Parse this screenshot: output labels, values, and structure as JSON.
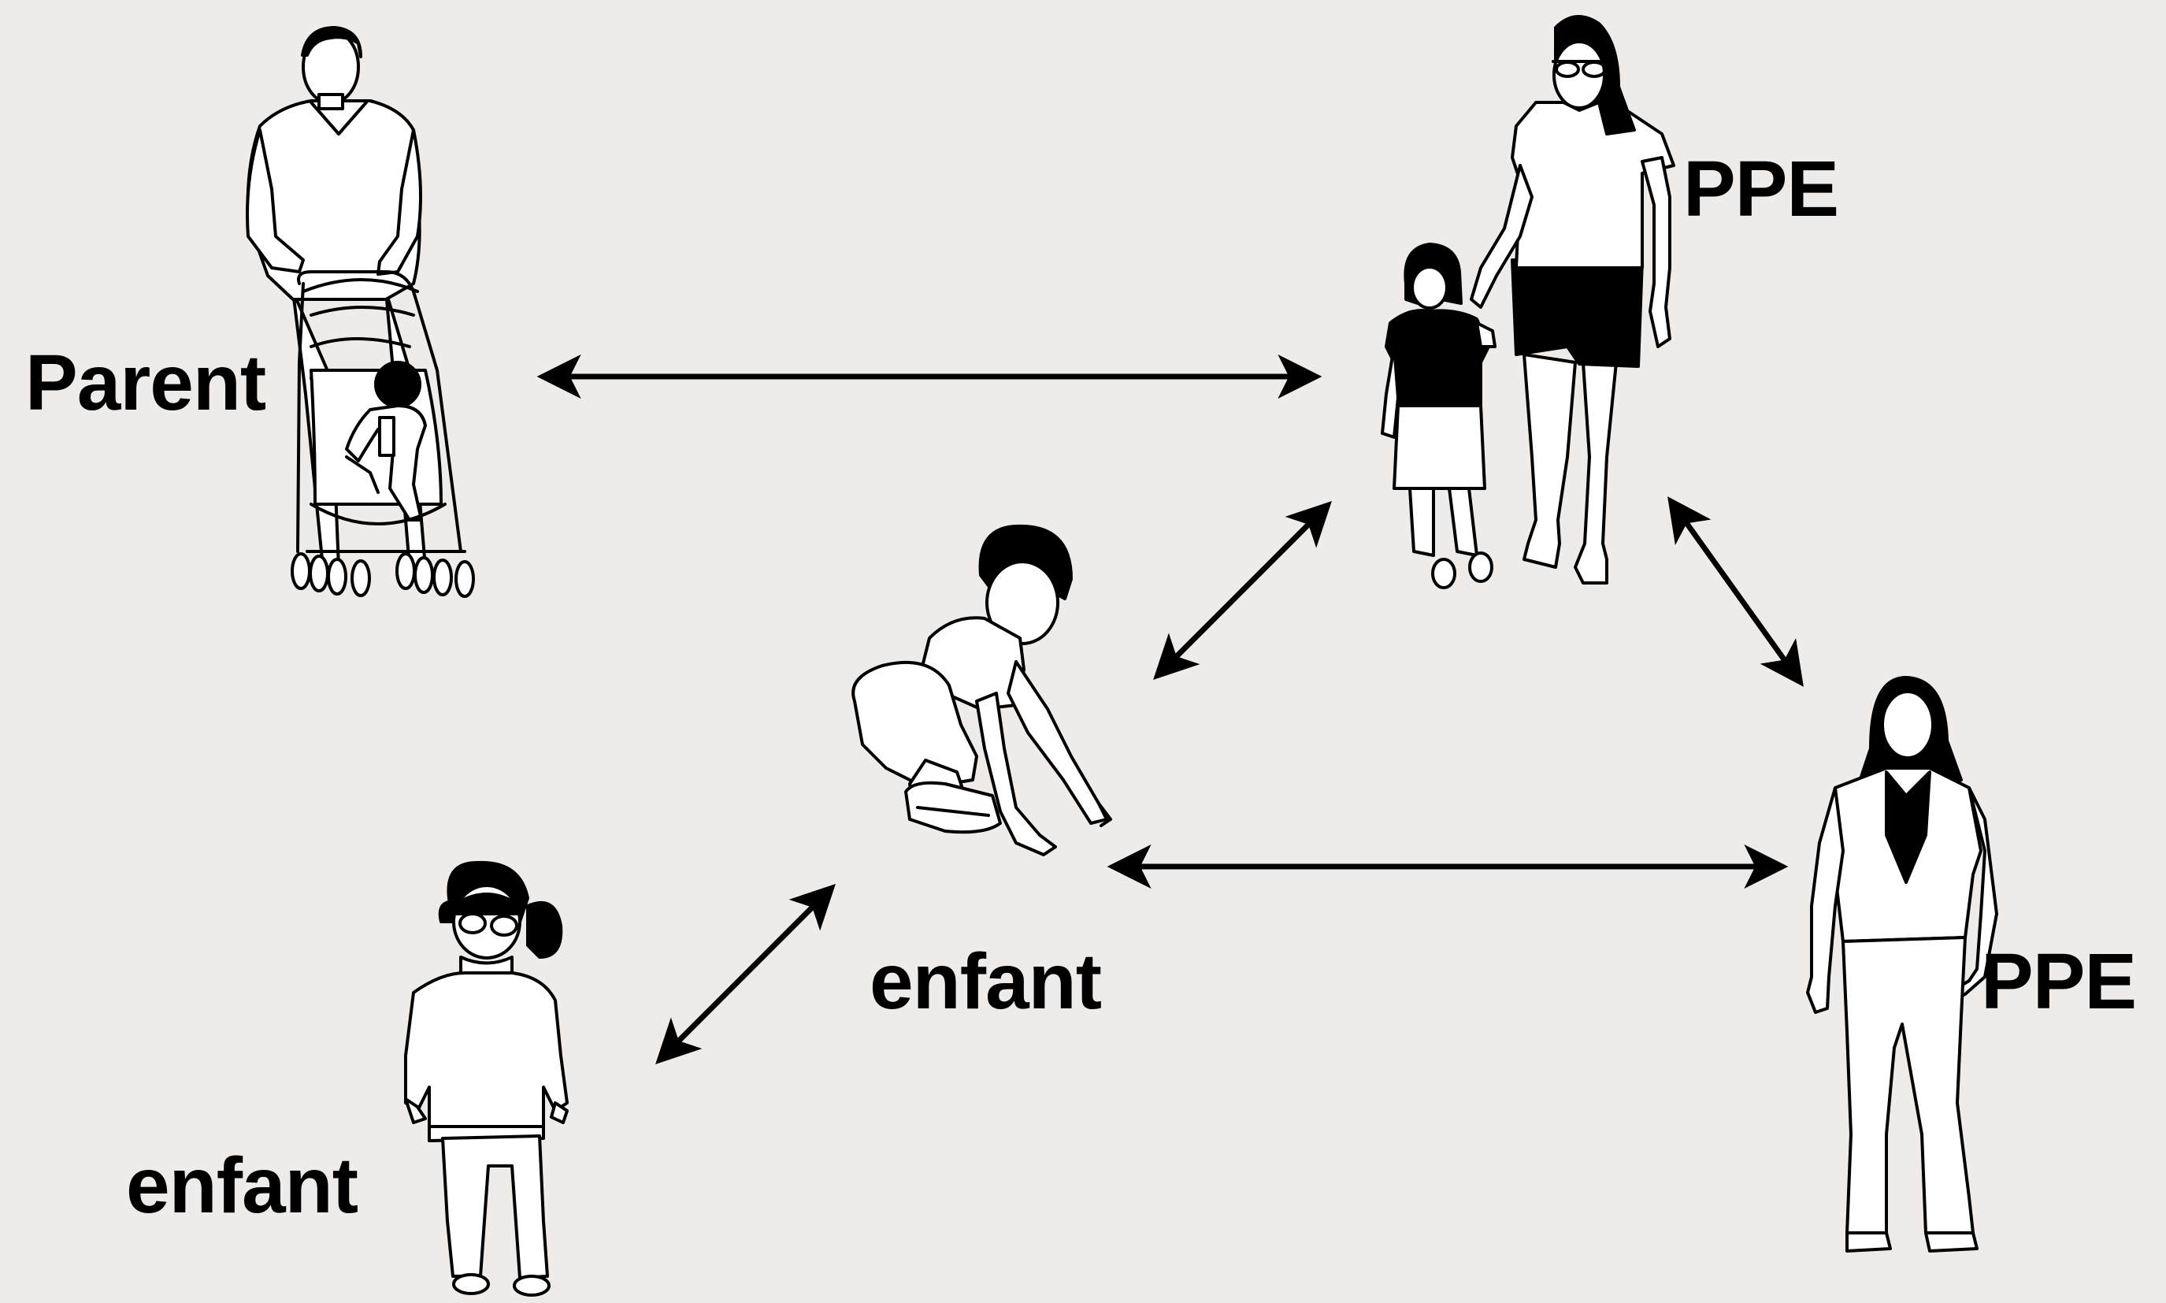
{
  "labels": {
    "parent": "Parent",
    "ppe_top": "PPE",
    "enfant_center": "enfant",
    "ppe_bottom": "PPE",
    "enfant_bottom": "enfant"
  },
  "figures": [
    {
      "name": "parent-with-stroller-figure",
      "depicts": "man pushing a stroller with a baby"
    },
    {
      "name": "ppe-woman-with-child-figure",
      "depicts": "woman holding the hand of a small girl"
    },
    {
      "name": "enfant-crouching-figure",
      "depicts": "child crouching and reaching to the ground"
    },
    {
      "name": "ppe-woman-standing-figure",
      "depicts": "woman standing with jacket"
    },
    {
      "name": "enfant-girl-standing-figure",
      "depicts": "small girl with pigtails and glasses"
    }
  ],
  "connections": [
    {
      "from": "Parent",
      "to": "PPE (top)",
      "direction": "bidirectional"
    },
    {
      "from": "enfant (center)",
      "to": "PPE (top)",
      "direction": "bidirectional"
    },
    {
      "from": "PPE (top)",
      "to": "PPE (bottom)",
      "direction": "bidirectional"
    },
    {
      "from": "enfant (center)",
      "to": "PPE (bottom)",
      "direction": "bidirectional"
    },
    {
      "from": "enfant (bottom)",
      "to": "enfant (center)",
      "direction": "bidirectional"
    }
  ],
  "colors": {
    "background": "#eeebe8",
    "ink": "#000000",
    "figure_fill": "#ffffff"
  }
}
